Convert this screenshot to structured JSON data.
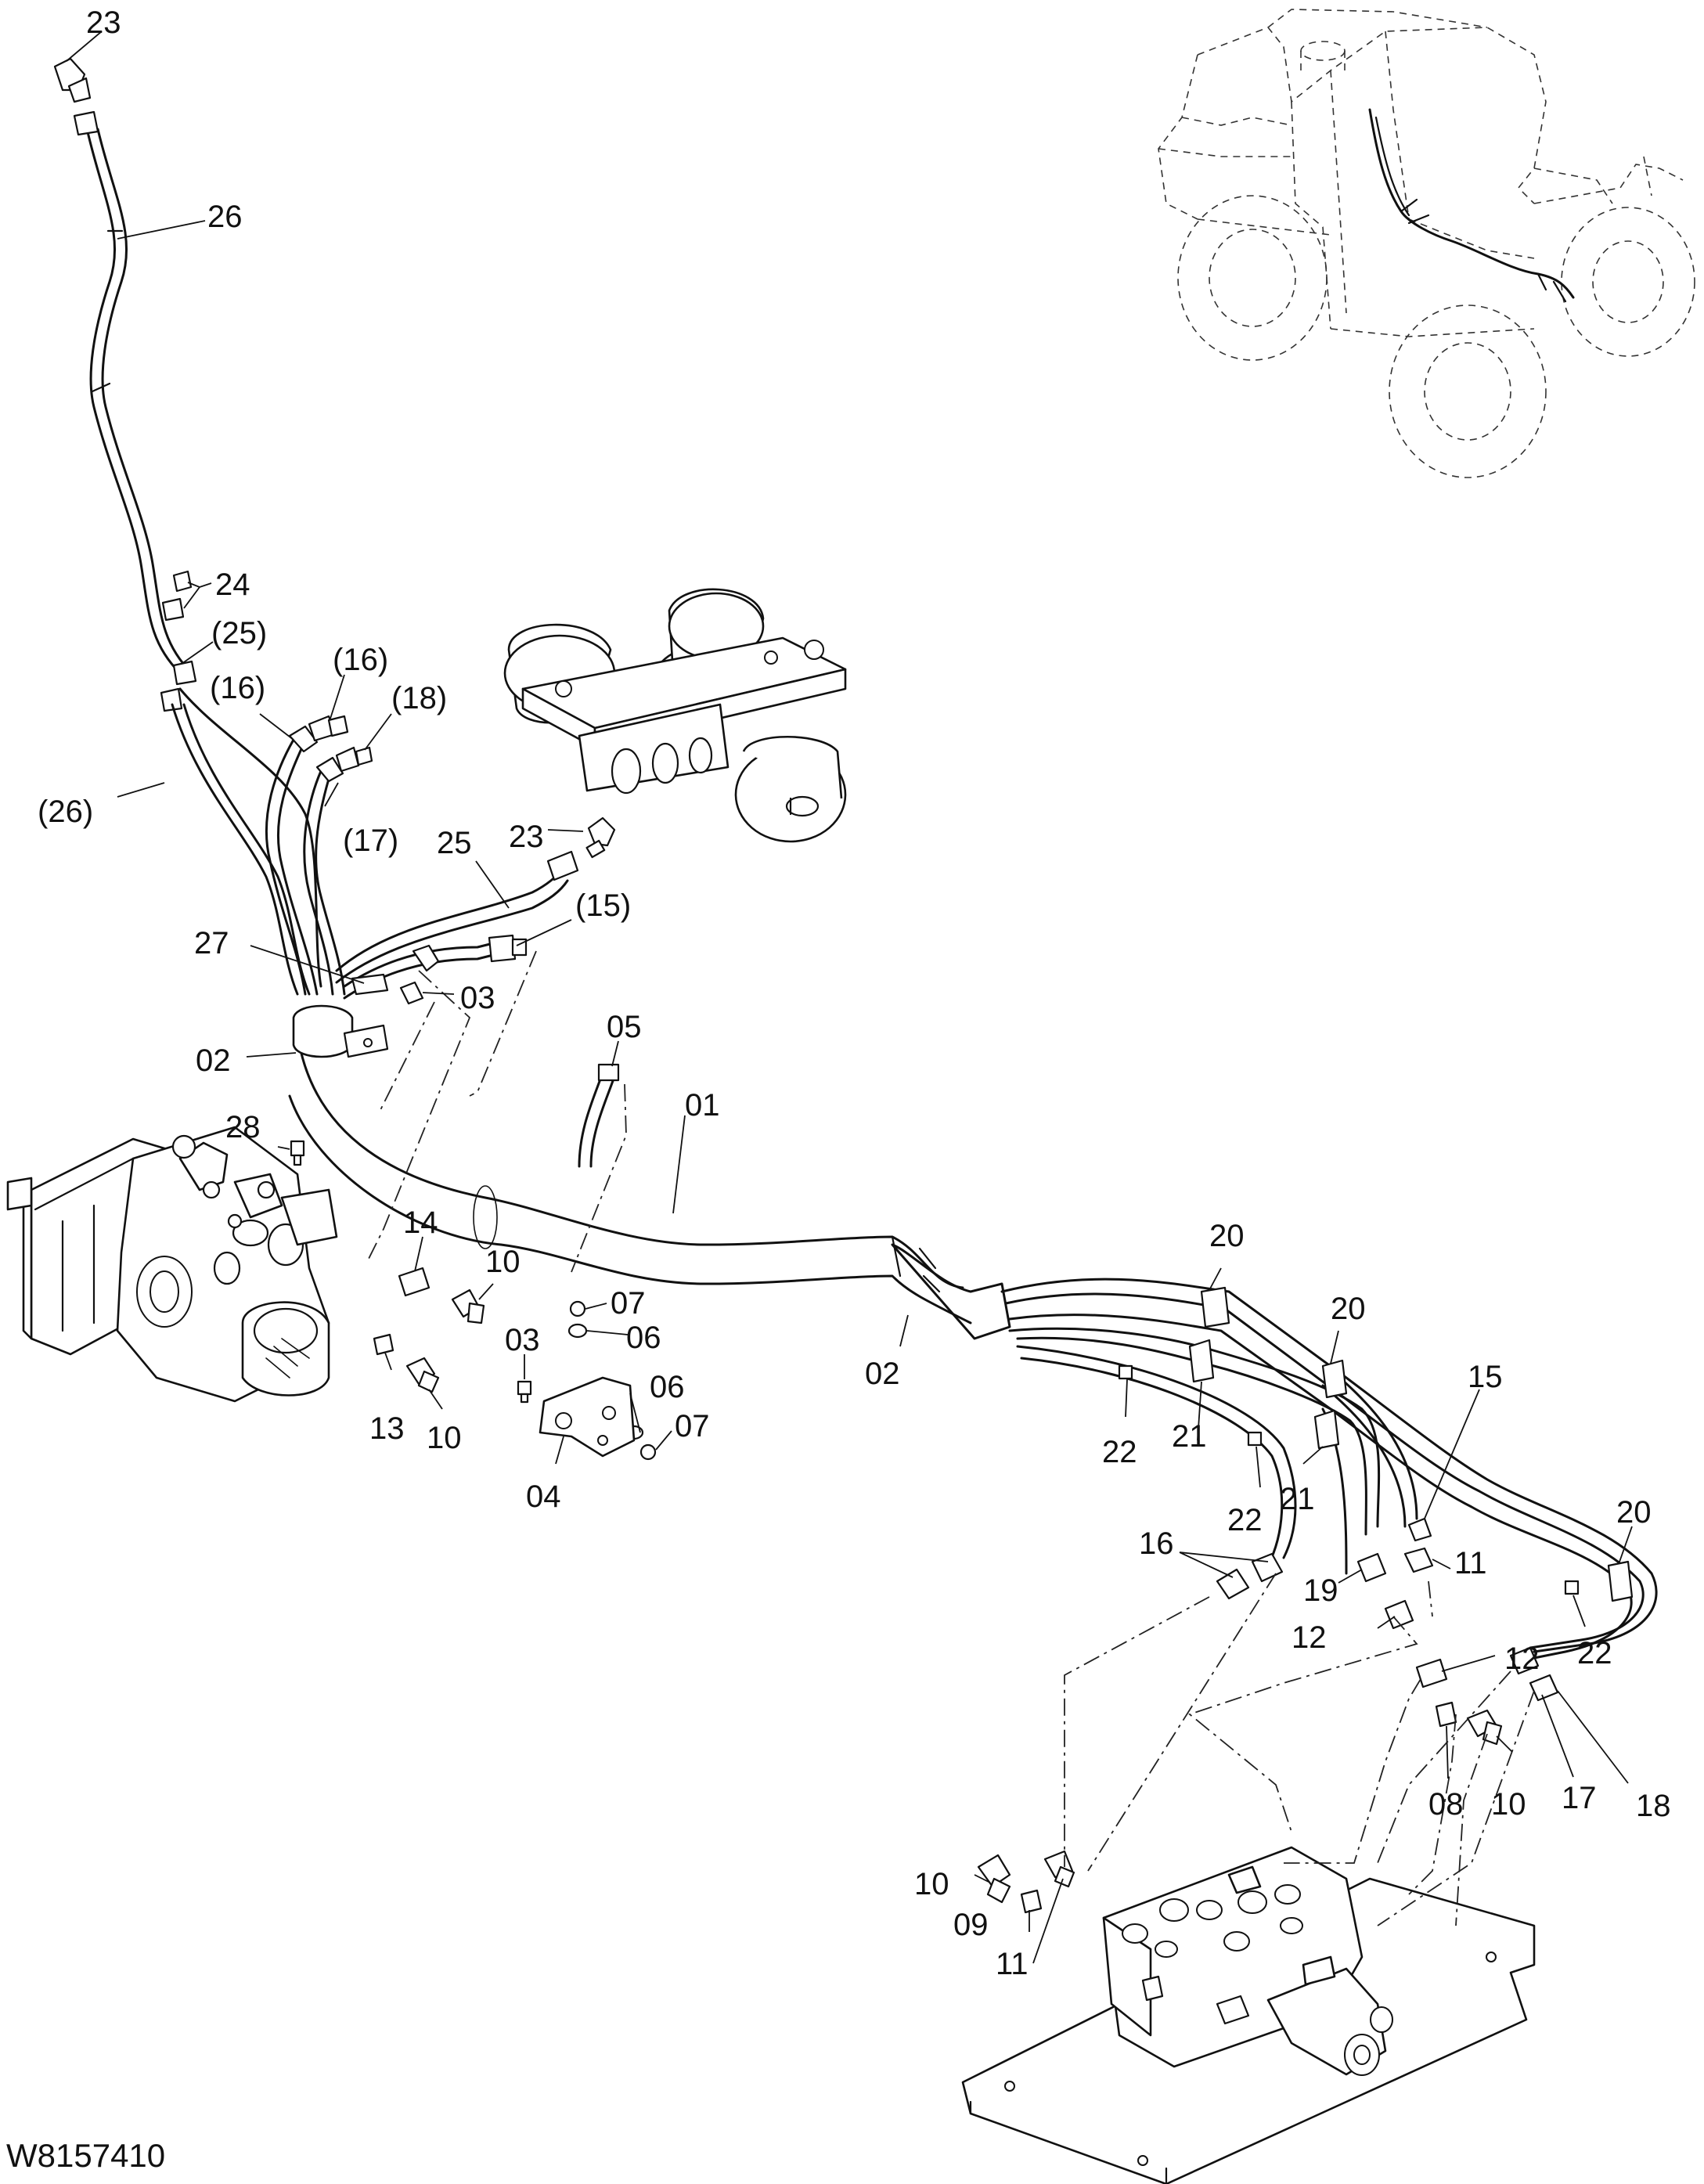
{
  "drawing_code": "W8157410",
  "labels": {
    "p01": "01",
    "p02a": "02",
    "p02b": "02",
    "p03a": "03",
    "p03b": "03",
    "p04": "04",
    "p05": "05",
    "p06a": "06",
    "p06b": "06",
    "p07a": "07",
    "p07b": "07",
    "p08": "08",
    "p09": "09",
    "p10a": "10",
    "p10b": "10",
    "p10c": "10",
    "p10d": "10",
    "p11a": "11",
    "p11b": "11",
    "p12a": "12",
    "p12b": "12",
    "p13": "13",
    "p14": "14",
    "p15": "15",
    "p15r": "(15)",
    "p16": "16",
    "p16ra": "(16)",
    "p16rb": "(16)",
    "p17": "17",
    "p17r": "(17)",
    "p18": "18",
    "p18r": "(18)",
    "p19": "19",
    "p20a": "20",
    "p20b": "20",
    "p20c": "20",
    "p21a": "21",
    "p21b": "21",
    "p22a": "22",
    "p22b": "22",
    "p22c": "22",
    "p23a": "23",
    "p23b": "23",
    "p24": "24",
    "p25": "25",
    "p25r": "(25)",
    "p26": "26",
    "p26r": "(26)",
    "p27": "27",
    "p28": "28"
  }
}
